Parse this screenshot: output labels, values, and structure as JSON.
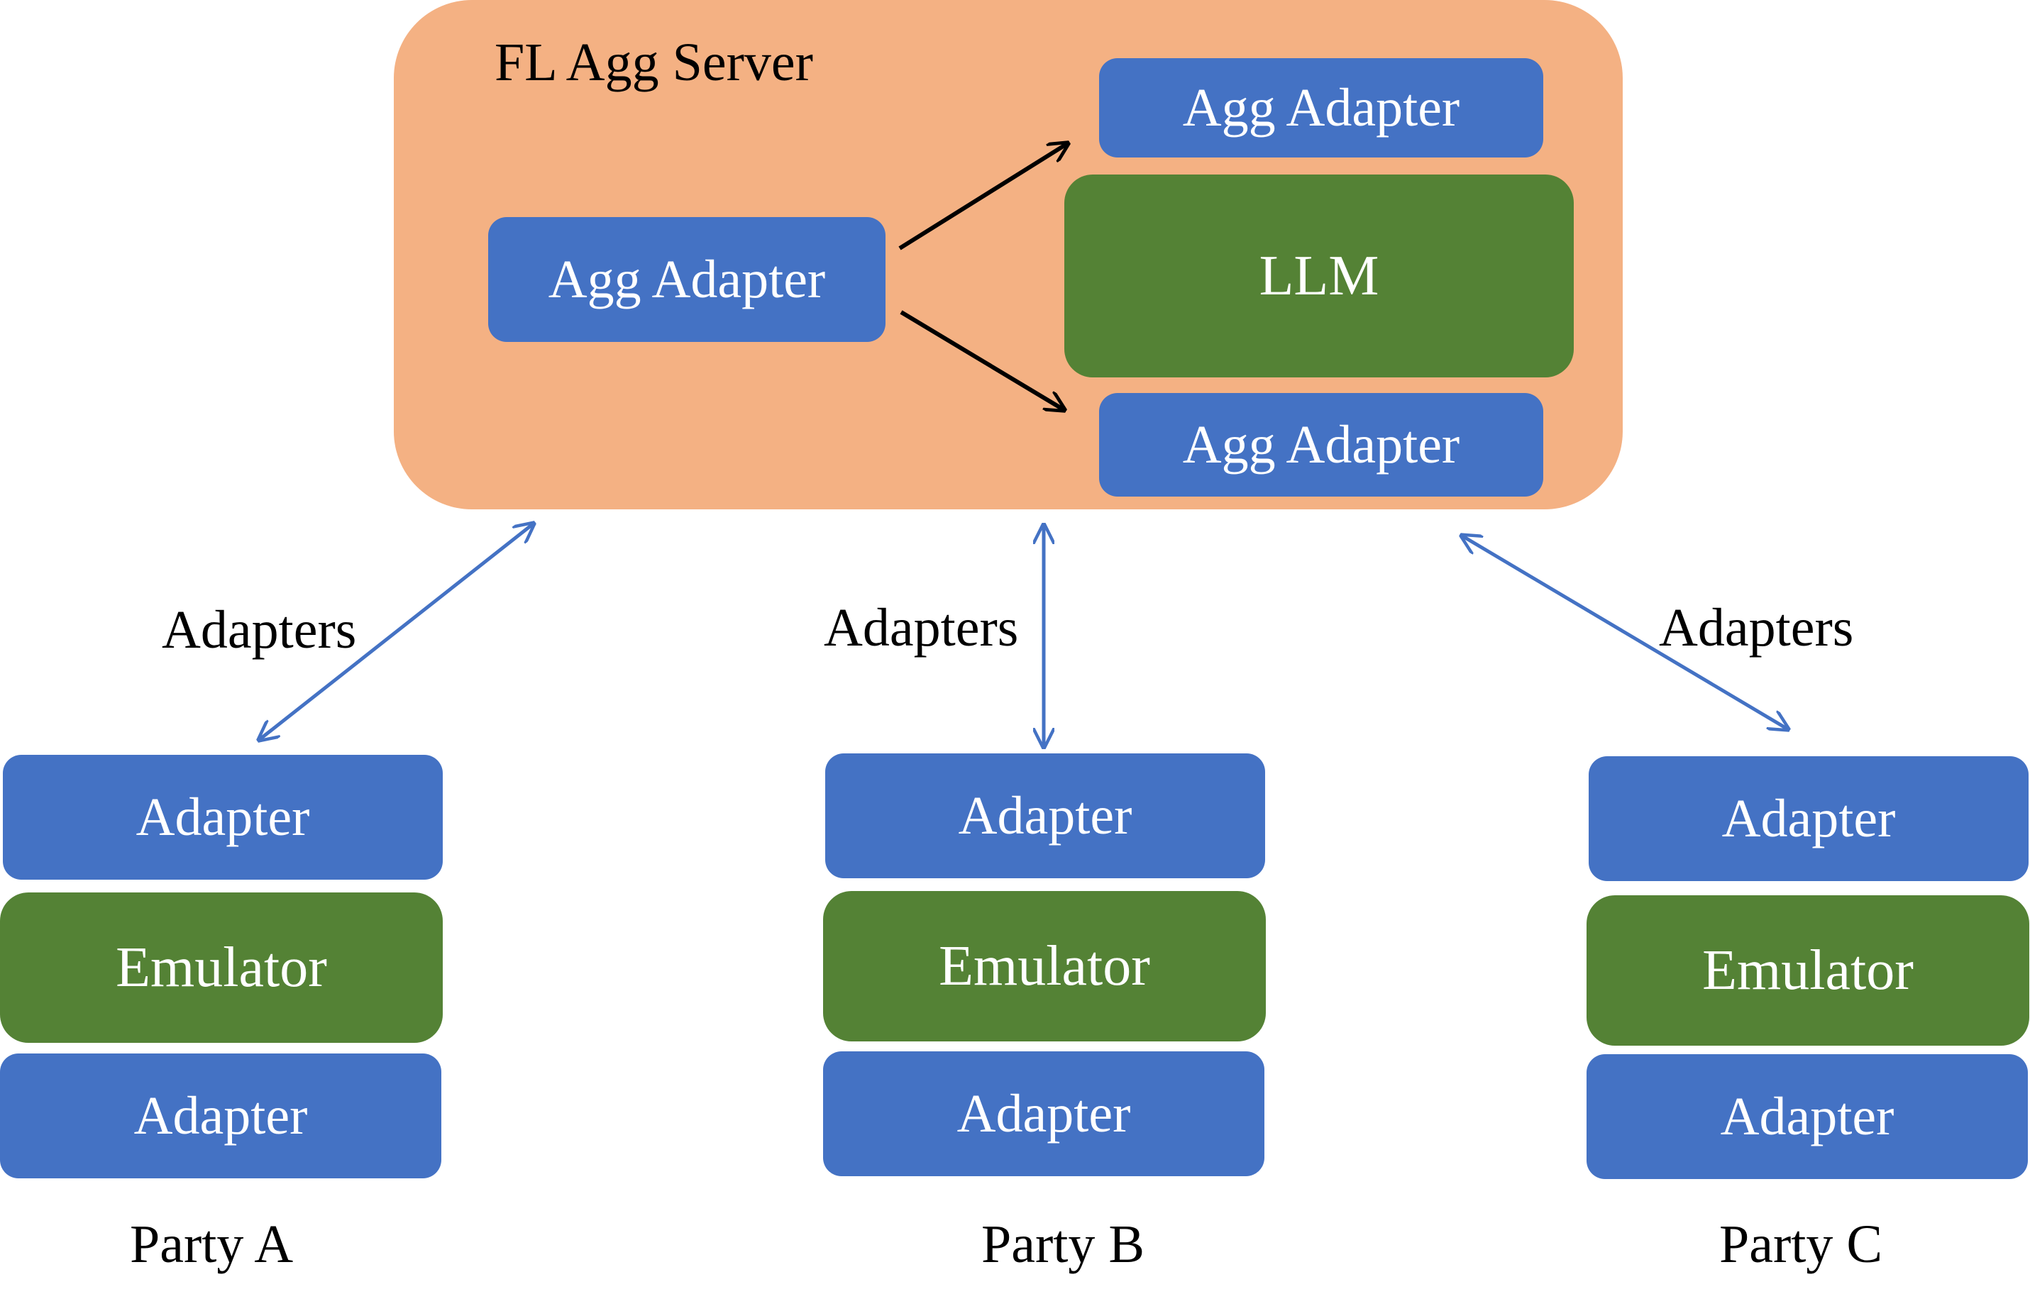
{
  "colors": {
    "server_fill": "#f4b183",
    "adapter_fill": "#4472c4",
    "model_fill": "#548235",
    "link_arrow": "#4472c4",
    "inner_arrow": "#000000",
    "box_text": "#ffffff",
    "label_text": "#000000"
  },
  "server": {
    "title": "FL Agg Server",
    "source_adapter": "Agg Adapter",
    "target_adapter_top": "Agg Adapter",
    "model": "LLM",
    "target_adapter_bottom": "Agg Adapter"
  },
  "links": [
    {
      "label": "Adapters"
    },
    {
      "label": "Adapters"
    },
    {
      "label": "Adapters"
    }
  ],
  "parties": [
    {
      "name": "Party A",
      "top_adapter": "Adapter",
      "emulator": "Emulator",
      "bottom_adapter": "Adapter"
    },
    {
      "name": "Party B",
      "top_adapter": "Adapter",
      "emulator": "Emulator",
      "bottom_adapter": "Adapter"
    },
    {
      "name": "Party C",
      "top_adapter": "Adapter",
      "emulator": "Emulator",
      "bottom_adapter": "Adapter"
    }
  ]
}
